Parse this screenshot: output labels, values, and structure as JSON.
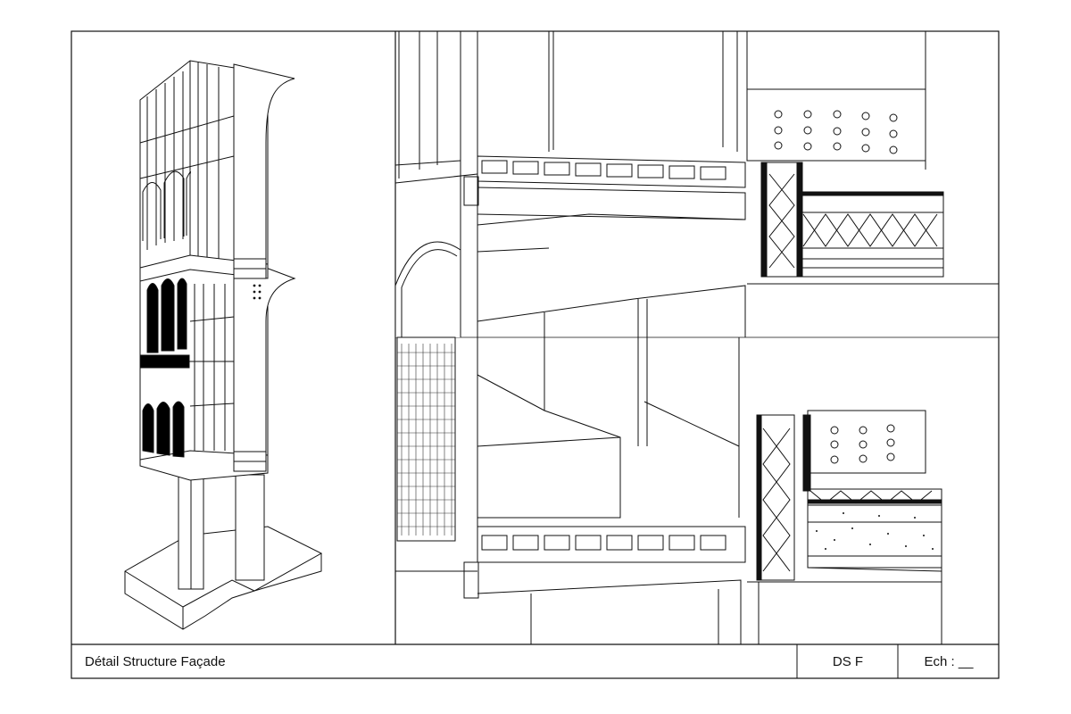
{
  "title_block": {
    "title": "Détail Structure Façade",
    "code": "DS F",
    "scale": "Ech : __"
  },
  "drawing": {
    "views": [
      "axonometric-facade-overview",
      "detail-section-upper-floor",
      "detail-section-lower-floor"
    ],
    "line_color": "#111111",
    "fill_color": "#000000",
    "paper_color": "#ffffff"
  }
}
